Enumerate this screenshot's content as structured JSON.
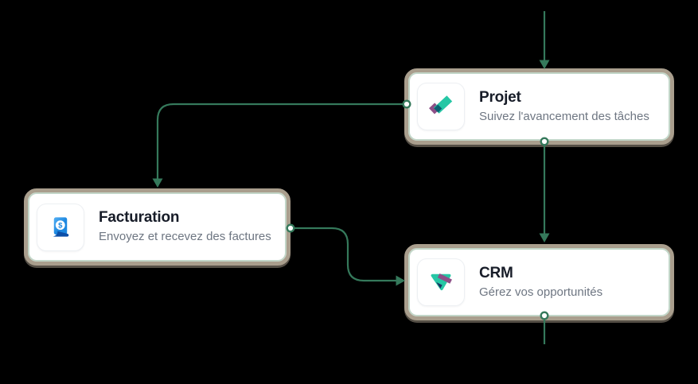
{
  "diagram": {
    "nodes": [
      {
        "id": "projet",
        "title": "Projet",
        "subtitle": "Suivez l'avancement des tâches",
        "icon": "check-icon"
      },
      {
        "id": "facturation",
        "title": "Facturation",
        "subtitle": "Envoyez et recevez des factures",
        "icon": "invoice-icon"
      },
      {
        "id": "crm",
        "title": "CRM",
        "subtitle": "Gérez vos opportunités",
        "icon": "funnel-icon"
      }
    ],
    "edges": [
      {
        "from": "offscreen-top",
        "to": "projet-top",
        "arrow": true
      },
      {
        "from": "projet-left-port",
        "to": "facturation-top",
        "arrow": true
      },
      {
        "from": "projet-bottom-port",
        "to": "crm-top",
        "arrow": true
      },
      {
        "from": "facturation-right-port",
        "to": "crm-left",
        "arrow": true
      },
      {
        "from": "crm-bottom-port",
        "to": "offscreen-bottom",
        "arrow": false
      }
    ]
  },
  "colors": {
    "background": "#000000",
    "connector": "#35795B",
    "card_bg": "#FFFFFF",
    "card_border": "#A99E8D",
    "card_inner_edge": "#C2D6C8",
    "title": "#171C28",
    "subtitle": "#6E7682",
    "teal": "#26C7A5",
    "purple": "#8E5088",
    "dark_overlap": "#0D6173",
    "dark_navy": "#1C3363",
    "blue": "#1C87E0",
    "blue_light": "#55B0F4",
    "blue_dark": "#0C4FA8"
  }
}
